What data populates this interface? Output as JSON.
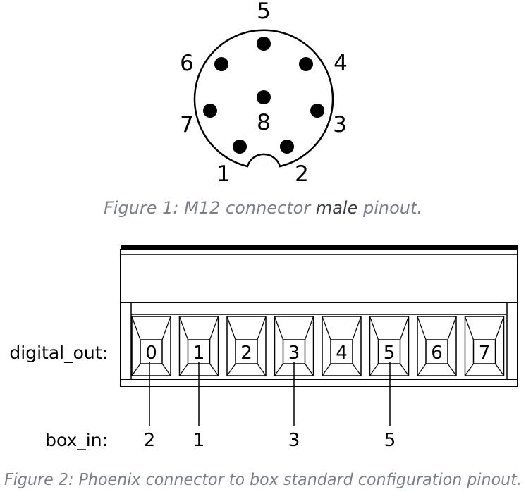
{
  "figure1": {
    "pins": [
      {
        "id": "pin-5",
        "label": "5"
      },
      {
        "id": "pin-4",
        "label": "4"
      },
      {
        "id": "pin-3",
        "label": "3"
      },
      {
        "id": "pin-2",
        "label": "2"
      },
      {
        "id": "pin-1",
        "label": "1"
      },
      {
        "id": "pin-7",
        "label": "7"
      },
      {
        "id": "pin-6",
        "label": "6"
      },
      {
        "id": "pin-8",
        "label": "8"
      }
    ],
    "caption_prefix": "Figure 1: M12 connector ",
    "caption_emphasis": "male",
    "caption_suffix": " pinout."
  },
  "figure2": {
    "row_label_top": "digital_out:",
    "row_label_bottom": "box_in:",
    "terminals": [
      "0",
      "1",
      "2",
      "3",
      "4",
      "5",
      "6",
      "7"
    ],
    "box_in": [
      "2",
      "1",
      "3",
      "5"
    ],
    "caption": "Figure 2: Phoenix connector to box standard configuration pinout."
  }
}
